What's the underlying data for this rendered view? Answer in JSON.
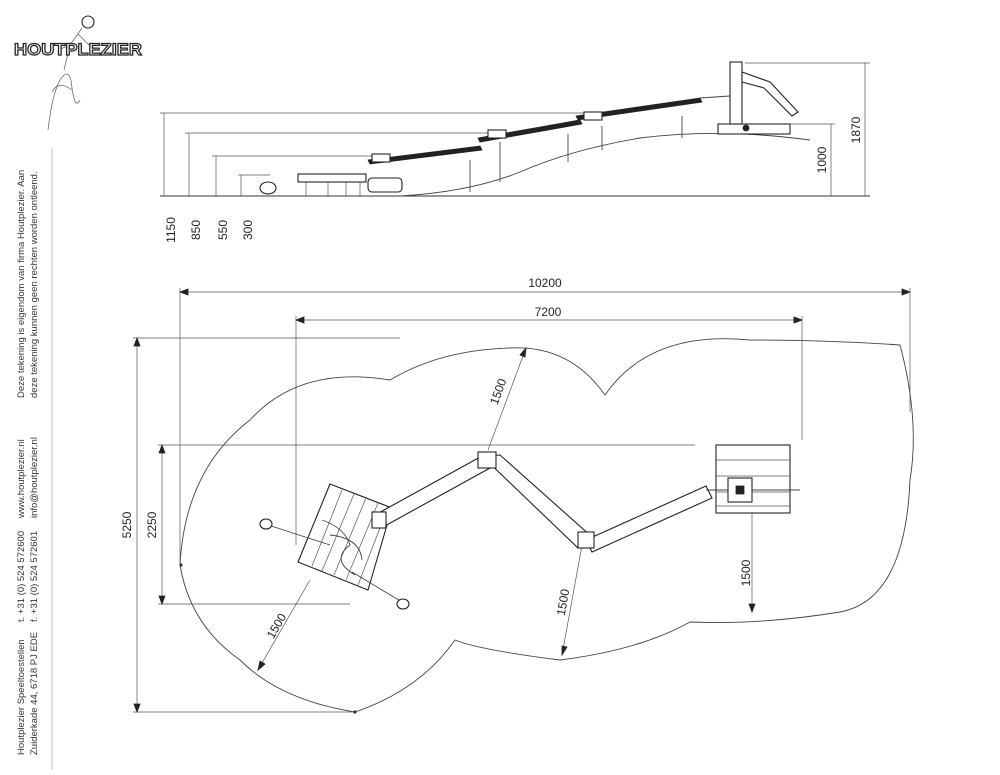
{
  "logo": {
    "text": "HOUTPLEZIER"
  },
  "company": {
    "col1": [
      "Houtplezier Speeltoestellen",
      "Zuiderkade 44, 6718 PJ EDE"
    ],
    "col2": [
      "t. +31 (0) 524 572600",
      "f. +31 (0) 524 572601"
    ],
    "col3": [
      "www.houtplezier.nl",
      "info@houtplezier.nl"
    ],
    "col4": [
      "Deze tekening is eigendom van firma Houtplezier. Aan",
      "deze tekening kunnen geen rechten worden ontleend."
    ]
  },
  "elevation_dims": {
    "left_heights": [
      "1150",
      "850",
      "550",
      "300"
    ],
    "right_heights": [
      "1000",
      "1870"
    ]
  },
  "plan_dims": {
    "overall_width": "10200",
    "inner_width": "7200",
    "overall_depth": "5250",
    "inner_depth": "2250",
    "clearance_top": "1500",
    "clearance_bottom_left": "1500",
    "clearance_bottom_mid": "1500",
    "clearance_right": "1500"
  }
}
